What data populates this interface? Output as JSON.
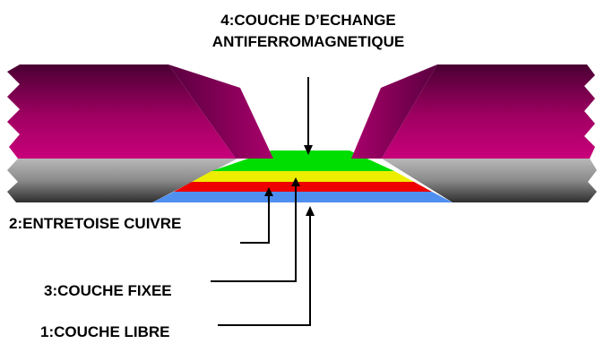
{
  "labels": {
    "antiferromagnetic_line1": "4:COUCHE D’ECHANGE",
    "antiferromagnetic_line2": "ANTIFERROMAGNETIQUE",
    "spacer": "2:ENTRETOISE CUIVRE",
    "fixed": "3:COUCHE FIXEE",
    "free": "1:COUCHE LIBRE"
  },
  "colors": {
    "magenta_dark": "#4a0033",
    "magenta_mid": "#b0006c",
    "magenta_light": "#c8007a",
    "gray_light": "#b4b4b4",
    "gray_dark": "#303030",
    "green": "#00dd00",
    "yellow": "#eded00",
    "red": "#ee0000",
    "blue": "#4f8ff0"
  }
}
